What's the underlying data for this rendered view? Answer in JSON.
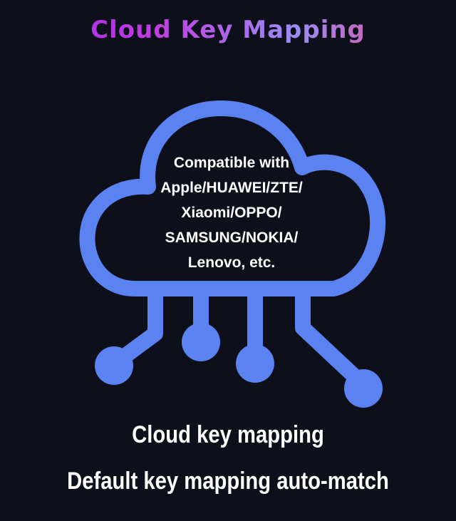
{
  "title": "Cloud Key Mapping",
  "cloud": {
    "icon": "cloud-circuit-icon",
    "color": "#5a82f0",
    "lines": [
      "Compatible with",
      "Apple/HUAWEI/ZTE/",
      "Xiaomi/OPPO/",
      "SAMSUNG/NOKIA/",
      "Lenovo, etc."
    ]
  },
  "captions": {
    "primary": "Cloud key mapping",
    "secondary": "Default key mapping auto-match"
  },
  "colors": {
    "background": "#0d0f1a",
    "title_gradient": [
      "#a020f0",
      "#9a8cf5",
      "#ff3a7a"
    ],
    "text": "#ffffff"
  }
}
